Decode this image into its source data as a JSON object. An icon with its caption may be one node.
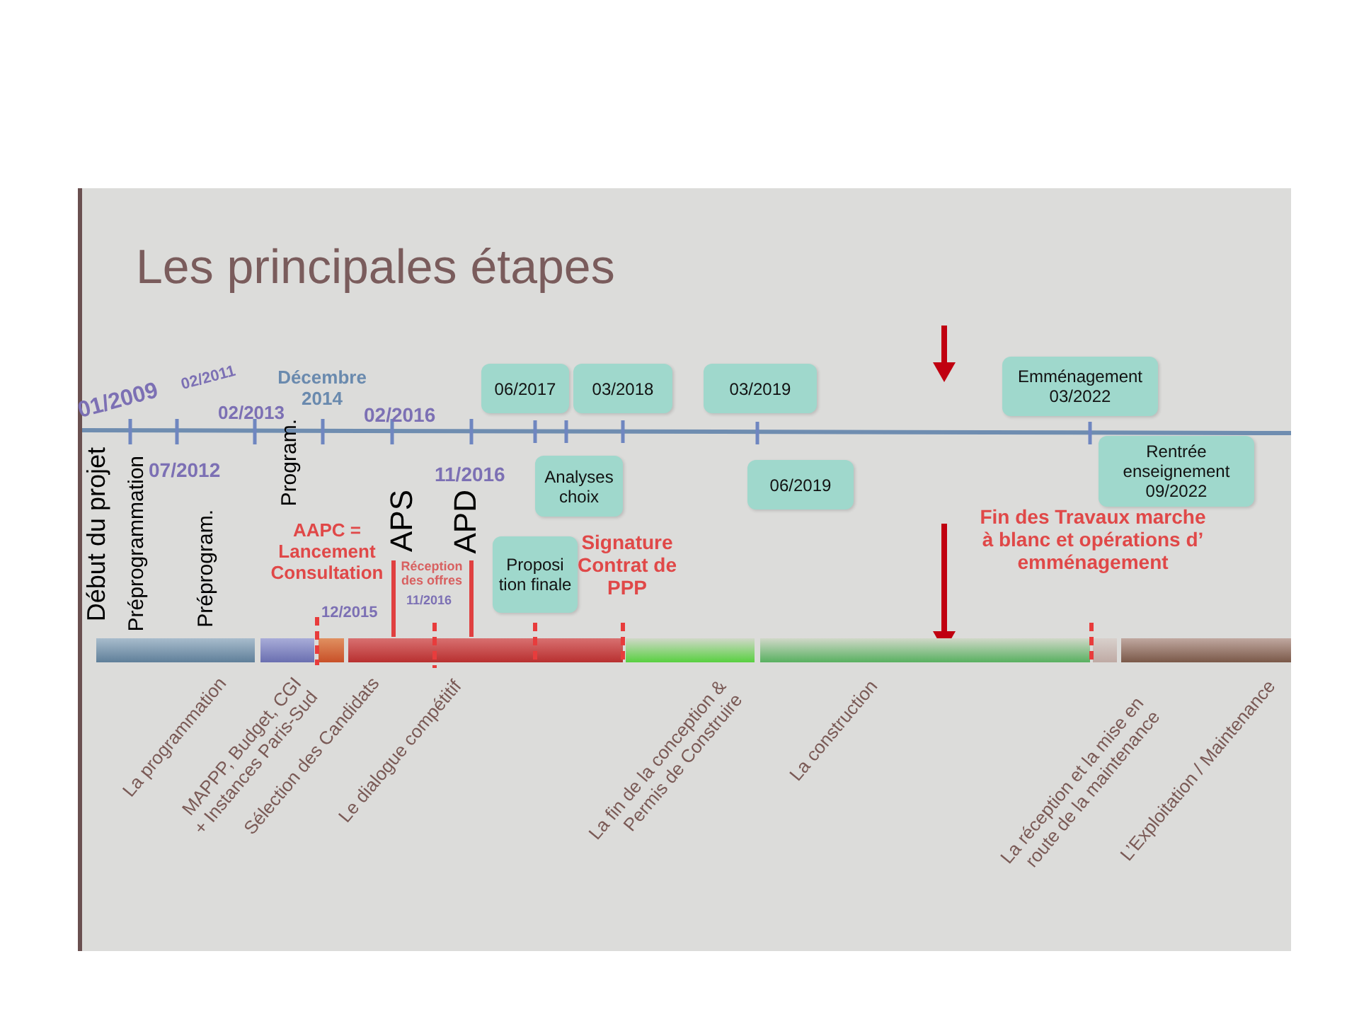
{
  "diagram": {
    "title": "Les principales étapes",
    "nodes": [
      {
        "text": [
          "06/2017"
        ]
      },
      {
        "text": [
          "03/2018"
        ]
      },
      {
        "text": [
          "03/2019"
        ]
      },
      {
        "text": [
          "Emménagement 03/2022"
        ]
      },
      {
        "text": [
          "Analyses choix"
        ]
      },
      {
        "text": [
          "06/2019"
        ]
      },
      {
        "text": [
          "Rentrée enseignement 09/2022"
        ]
      },
      {
        "text": [
          "Proposi tion finale"
        ]
      }
    ],
    "edges": [],
    "labels": [
      "01/2009",
      "02/2011",
      "Début du projet",
      "Préprogrammation",
      "07/2012",
      "Préprogram.",
      "02/2013",
      "Program.",
      "Décembre 2014",
      "02/2016",
      "AAPC = Lancement Consultation",
      "APS",
      "11/2016",
      "APD",
      "Réception des offres",
      "11/2016",
      "12/2015",
      "Signature Contrat de PPP",
      "Fin des Travaux marche à blanc et opérations d’ emménagement",
      "La programmation",
      "MAPPP, Budget, CGI + Instances Paris-Sud",
      "Sélection des Candidats",
      "Le dialogue compétitif",
      "La fin de la conception & Permis de Construire",
      "La construction",
      "La réception et la mise en route de la maintenance",
      "L’Exploitation / Maintenance"
    ]
  }
}
